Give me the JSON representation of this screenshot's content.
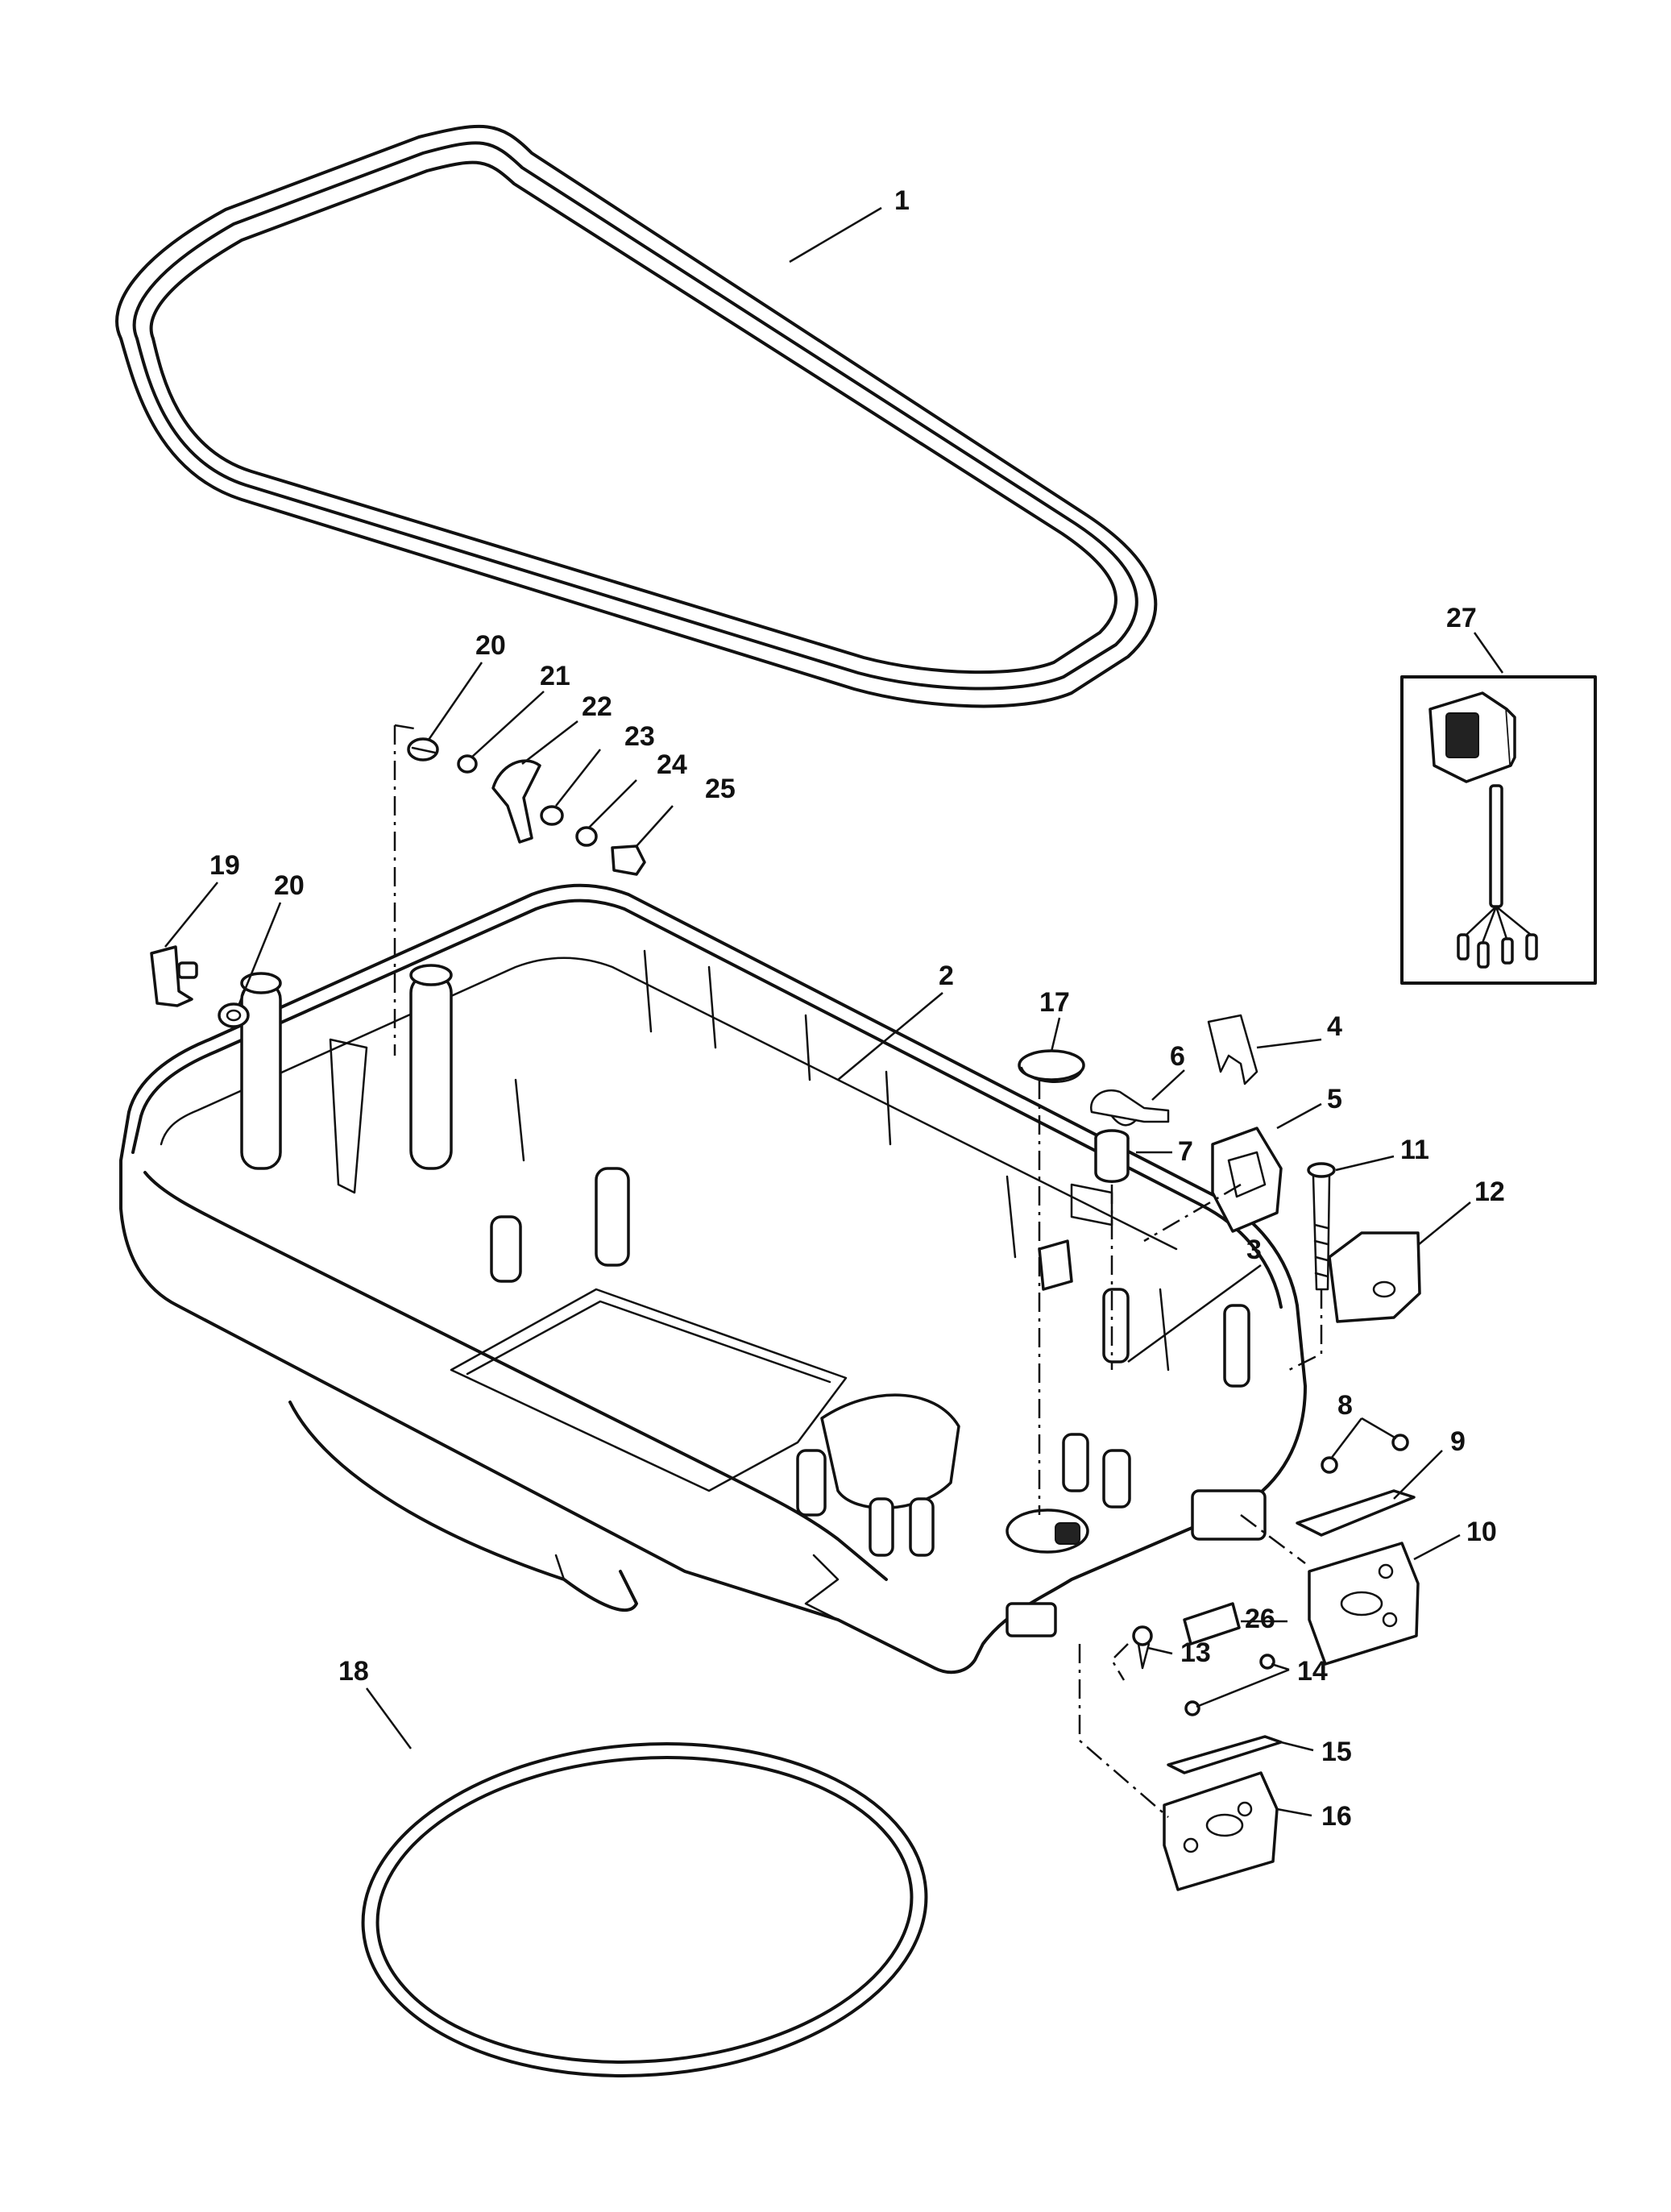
{
  "callouts": {
    "c1": "1",
    "c2": "2",
    "c3": "3",
    "c4": "4",
    "c5": "5",
    "c6": "6",
    "c7": "7",
    "c8": "8",
    "c9": "9",
    "c10": "10",
    "c11": "11",
    "c12": "12",
    "c13": "13",
    "c14": "14",
    "c15": "15",
    "c16": "16",
    "c17": "17",
    "c18": "18",
    "c19": "19",
    "c20a": "20",
    "c20b": "20",
    "c21": "21",
    "c22": "22",
    "c23": "23",
    "c24": "24",
    "c25": "25",
    "c26": "26",
    "c27": "27"
  }
}
